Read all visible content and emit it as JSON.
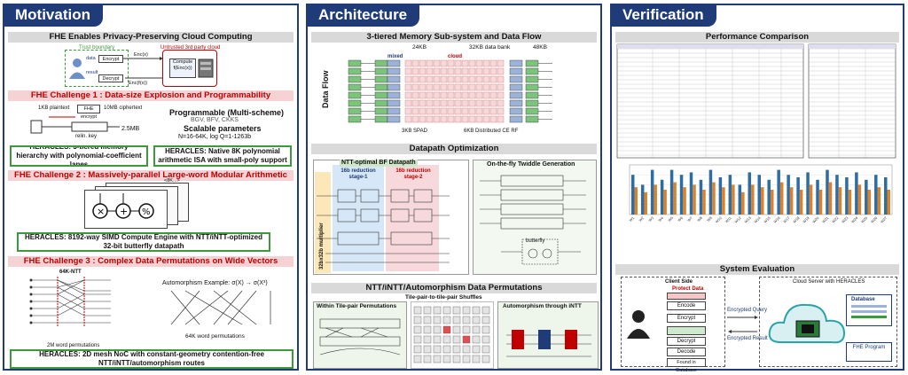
{
  "panels": {
    "motivation": {
      "title": "Motivation",
      "header": "FHE Enables Privacy-Preserving Cloud Computing",
      "diagram": {
        "trust_boundary": "Trust boundary",
        "untrusted": "Untrusted 3rd party cloud",
        "encrypt": "Encrypt",
        "decrypt": "Decrypt",
        "enc_x": "Enc(x)",
        "enc_fx": "Enc(f(x))",
        "compute": "Compute f(Enc(x))",
        "data": "data",
        "result": "result"
      },
      "challenge1": {
        "title": "FHE Challenge 1 : Data-size Explosion and Programmability",
        "plaintext": "1KB plaintext",
        "ciphertext": "10MB ciphertext",
        "fhe_encrypt": "FHE encrypt",
        "relin_key": "relin. key",
        "key_size": "2.5MB",
        "programmable": "Programmable (Multi-scheme)",
        "schemes": "BGV, BFV, CKKS",
        "scalable": "Scalable parameters",
        "scalable_values": "N=16-64K, log Q=1-1263b",
        "box_left": "HERACLES: 3-tiered memory hierarchy with polynomial-coefficient lanes",
        "box_right": "HERACLES: Native 8K polynomial arithmetic ISA with small-poly support"
      },
      "challenge2": {
        "title": "FHE Challenge 2 : Massively-parallel Large-word Modular Arithmetic",
        "stack_label": "<8K...>",
        "box": "HERACLES: 8192-way SIMD Compute Engine with NTT/iNTT-optimized 32-bit butterfly datapath"
      },
      "challenge3": {
        "title": "FHE Challenge 3 : Complex Data Permutations on Wide Vectors",
        "ntt_label": "64K-NTT",
        "ntt_caption": "2M word permutations",
        "auto_title": "Automorphism Example: σ(X) → σ(X³)",
        "auto_caption": "64K word permutations",
        "box": "HERACLES: 2D mesh NoC with constant-geometry contention-free NTT/iNTT/automorphism routes"
      }
    },
    "architecture": {
      "title": "Architecture",
      "memory_header": "3-tiered Memory Sub-system and Data Flow",
      "mem": {
        "left_kb": "24KB",
        "center_kb": "32KB data bank",
        "right_kb": "48KB",
        "mixed": "mixed",
        "cloud": "cloud",
        "data_flow": "Data Flow",
        "bottom_left": "3KB SPAD",
        "bottom_center": "6KB Distributed CE RF"
      },
      "datapath_header": "Datapath Optimization",
      "ntt_optimal": "NTT-optimal BF Datapath",
      "red1": "16b reduction stage-1",
      "red2": "16b reduction stage-2",
      "otf_title": "On-the-fly Twiddle Generation",
      "multiplier": "32bx32b multiplier",
      "butterfly": "butterfly",
      "perm_header": "NTT/iNTT/Automorphism Data Permutations",
      "perm_sub": "Tile-pair-to-tile-pair Shuffles",
      "within": "Within Tile-pair Permutations",
      "auto_intt": "Automorphism through iNTT"
    },
    "verification": {
      "title": "Verification",
      "perf_header": "Performance Comparison",
      "sys_header": "System Evaluation",
      "client": {
        "title": "Client Side",
        "protect": "Protect Data",
        "steps": [
          "Encode",
          "Encrypt",
          "Decrypt",
          "Decode"
        ],
        "found": "Found in Database"
      },
      "cloud": {
        "title": "Cloud Server with HERACLES",
        "database": "Database",
        "program": "FHE Program"
      },
      "query": "Encrypted Query",
      "result": "Encrypted Result"
    }
  },
  "chart_data": {
    "type": "bar",
    "categories": [
      "W1",
      "W2",
      "W3",
      "W4",
      "W5",
      "W6",
      "W7",
      "W8",
      "W9",
      "W10",
      "W11",
      "W12",
      "W13",
      "W14",
      "W15",
      "W16",
      "W17",
      "W18",
      "W19",
      "W20",
      "W21",
      "W22",
      "W23",
      "W24",
      "W25",
      "W26",
      "W27"
    ],
    "series": [
      {
        "values": [
          0.8,
          0.6,
          0.9,
          0.7,
          0.9,
          0.8,
          0.85,
          0.7,
          0.9,
          0.75,
          0.8,
          0.6,
          0.85,
          0.8,
          0.7,
          0.9,
          0.8,
          0.75,
          0.85,
          0.7,
          0.9,
          0.8,
          0.75,
          0.85,
          0.7,
          0.8,
          0.75
        ]
      },
      {
        "values": [
          0.55,
          0.45,
          0.6,
          0.5,
          0.65,
          0.55,
          0.6,
          0.5,
          0.65,
          0.55,
          0.6,
          0.45,
          0.6,
          0.55,
          0.5,
          0.65,
          0.55,
          0.5,
          0.6,
          0.5,
          0.65,
          0.55,
          0.5,
          0.6,
          0.5,
          0.55,
          0.5
        ]
      }
    ],
    "colors": [
      "#2e6da4",
      "#d9822b"
    ]
  }
}
